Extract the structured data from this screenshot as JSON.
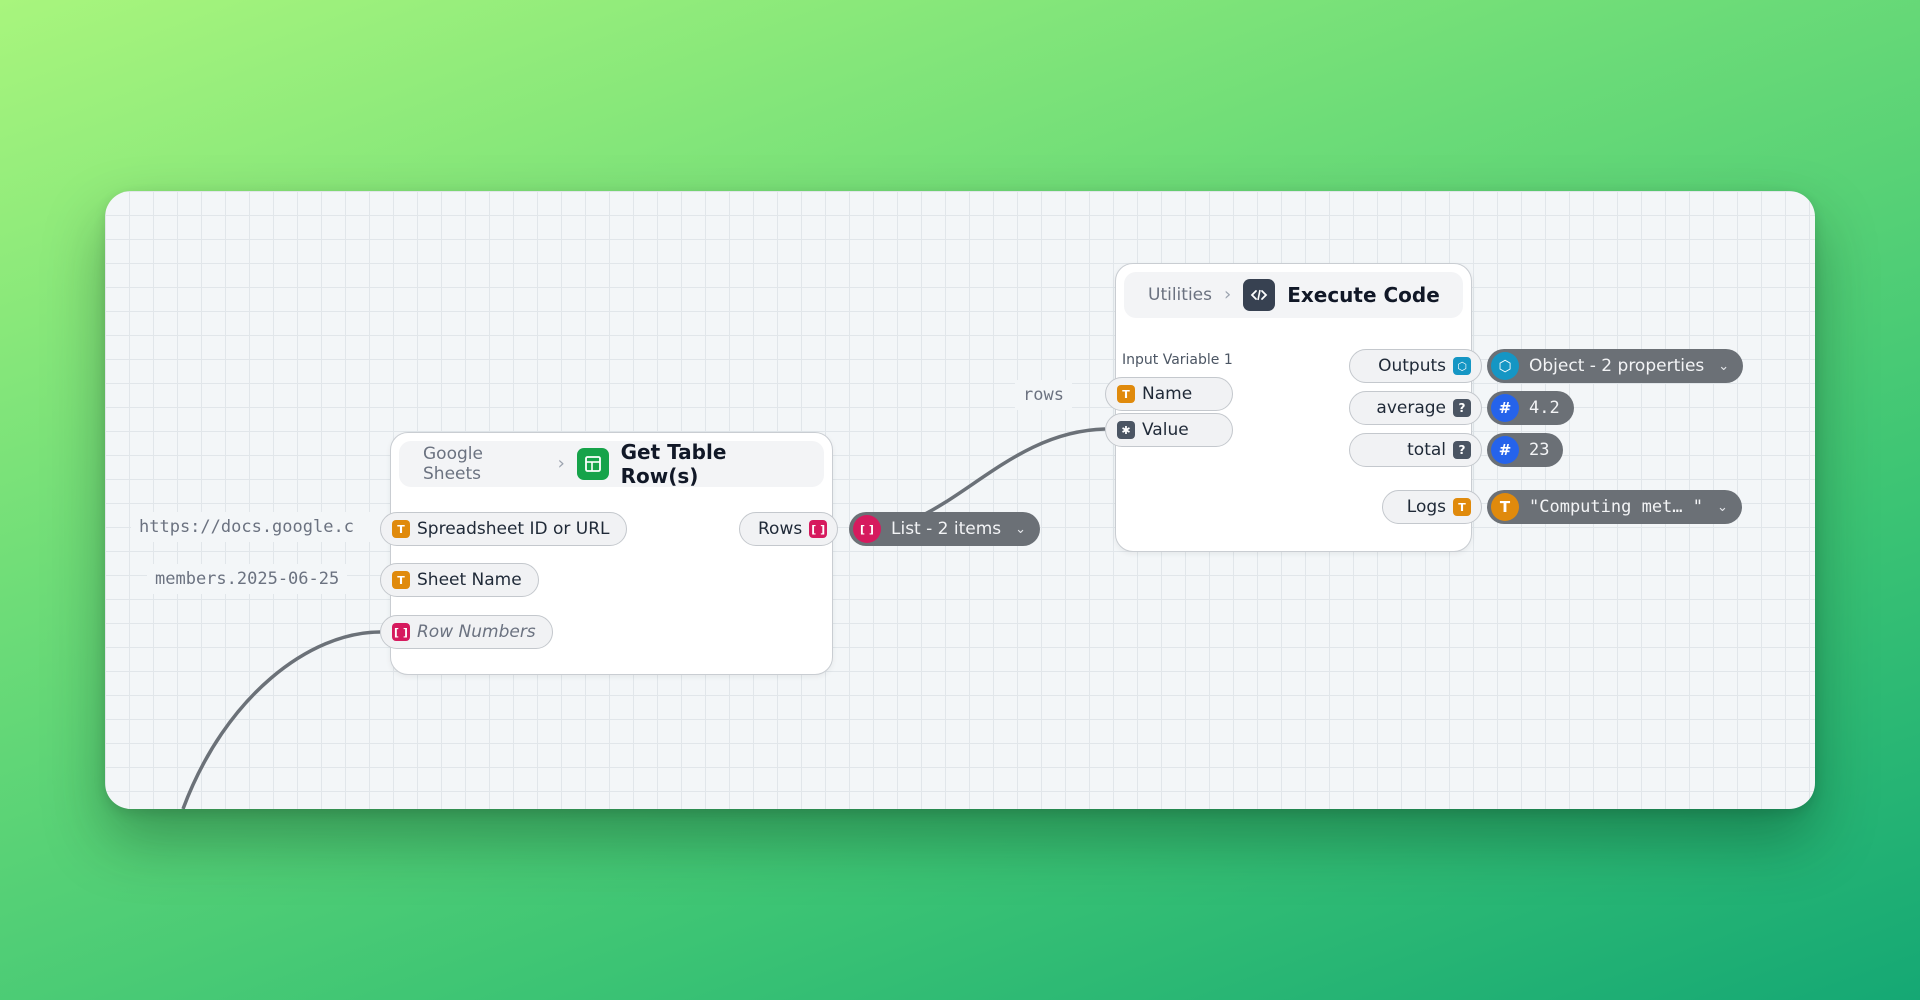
{
  "google_node": {
    "breadcrumb": "Google Sheets",
    "title": "Get Table Row(s)",
    "inputs": [
      {
        "label": "Spreadsheet ID or URL",
        "value": "https://docs.google.c"
      },
      {
        "label": "Sheet Name",
        "value": "members.2025-06-25"
      },
      {
        "label": "Row Numbers"
      }
    ],
    "output": {
      "label": "Rows",
      "value": "List - 2 items"
    }
  },
  "code_node": {
    "breadcrumb": "Utilities",
    "title": "Execute Code",
    "input_section": "Input Variable 1",
    "input_value": "rows",
    "inputs": [
      {
        "label": "Name"
      },
      {
        "label": "Value"
      }
    ],
    "outputs": [
      {
        "label": "Outputs",
        "value": "Object - 2 properties"
      },
      {
        "label": "average",
        "value": "4.2"
      },
      {
        "label": "total",
        "value": "23"
      },
      {
        "label": "Logs",
        "value": "\"Computing met… \""
      }
    ]
  },
  "colors": {
    "text_type": "#e08a0c",
    "list_type": "#d61a5e",
    "object_type": "#1596c4",
    "number_type": "#2563eb",
    "sheets_green": "#16a34a",
    "code_dark": "#374151"
  },
  "icons": {
    "text": "text-type-icon",
    "list": "list-type-icon",
    "any": "any-type-icon",
    "object": "object-type-icon",
    "number": "number-type-icon",
    "unknown": "unknown-type-icon",
    "sheets": "google-sheets-icon",
    "code": "code-icon"
  }
}
